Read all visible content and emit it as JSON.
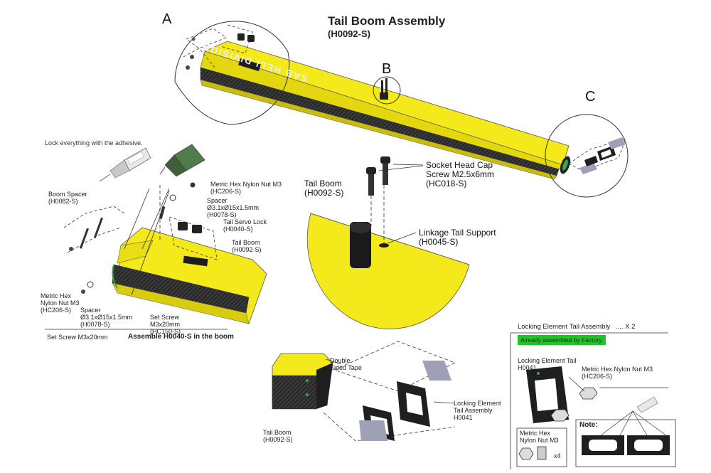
{
  "title": "Tail Boom Assembly",
  "subtitle": "(H0092-S)",
  "detail_letters": [
    "A",
    "B",
    "C"
  ],
  "boom_text": "SAB HELI DIVISION",
  "colors": {
    "boom_yellow": "#f4ea1b",
    "carbon": "#2b2b2b",
    "glue_green": "#4f7c4a",
    "badge_green": "#22c32a"
  },
  "detail_a": {
    "instruction": "Lock everything with the adhesive.",
    "labels": {
      "boom_spacer": "Boom Spacer\n(H0082-S)",
      "nut_top": "Metric Hex Nylon Nut M3\n(HC206-S)",
      "spacer_top": "Spacer\nØ3.1xØ15x1.5mm\n(H0078-S)",
      "servo_lock": "Tail Servo Lock\n(H0040-S)",
      "tail_boom": "Tail Boom\n(H0092-S)",
      "nut_left": "Metric Hex\nNylon Nut M3\n(HC206-S)",
      "spacer_bottom": "Spacer\nØ3.1xØ15x1.5mm\n(H0078-S)",
      "set_screw": "Set Screw\nM3x20mm\n(HC150-S)",
      "set_screw_footer": "Set Screw M3x20mm",
      "assemble_note": "Assemble H0040-S in the boom"
    }
  },
  "detail_b": {
    "labels": {
      "tail_boom": "Tail Boom\n(H0092-S)",
      "socket_screw": "Socket Head Cap\nScrew M2.5x6mm\n(HC018-S)",
      "linkage_support": "Linkage Tail Support\n(H0045-S)"
    }
  },
  "detail_c": {
    "labels": {
      "double_tape": "Double\nSided Tape",
      "locking_element": "Locking Element\nTail Assembly\nH0041",
      "tail_boom": "Tail Boom\n(H0092-S)"
    }
  },
  "locking_panel": {
    "header": "Locking Element Tail Assembly",
    "qty": ".... X 2",
    "badge": "Already assembled by Factory.",
    "element_label": "Locking Element Tail\nH0041",
    "nut_label": "Metric Hex Nylon Nut M3\n(HC206-S)",
    "nut_box_label": "Metric Hex\nNylon Nut M3",
    "nut_qty": "x4",
    "note_label": "Note:"
  }
}
